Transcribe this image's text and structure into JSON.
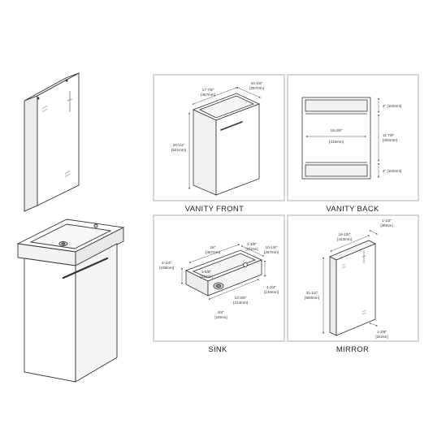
{
  "panels": {
    "front": {
      "caption": "VANITY FRONT",
      "dims": {
        "top_front": "17-7/8\"",
        "top_front_mm": "[457mm]",
        "top_depth": "10-1/8\"",
        "top_depth_mm": "[257mm]",
        "height": "20-1/2\"",
        "height_mm": "[521mm]"
      }
    },
    "back": {
      "caption": "VANITY BACK",
      "dims": {
        "upper": "4\" [102mm]",
        "middle": "11-7/8\"",
        "middle_mm": "[302mm]",
        "lower": "4\" [102mm]",
        "width": "16-3/8\"",
        "width_mm": "[415mm]"
      }
    },
    "sink": {
      "caption": "SINK",
      "dims": {
        "length": "18\"",
        "length_mm": "[457mm]",
        "hole": "1-3/8\"",
        "hole_mm": "[34mm]",
        "depth": "10-1/8\"",
        "depth_mm": "[257mm]",
        "side": "4-1/4\"",
        "side_mm": "[108mm]",
        "drain": "1-5/8\"",
        "drain_mm": "[41mm]",
        "height": "4-3/4\"",
        "height_mm": "[120mm]",
        "inner": "12-3/8\"",
        "inner_mm": "[314mm]",
        "rim": "3/4\"",
        "rim_mm": "[19mm]"
      }
    },
    "mirror": {
      "caption": "MIRROR",
      "dims": {
        "width": "16-1/8\"",
        "width_mm": "[413mm]",
        "depth": "1-1/2\"",
        "depth_mm": "[38mm]",
        "height": "31-1/2\"",
        "height_mm": "[800mm]",
        "bottom": "1-3/8\"",
        "bottom_mm": "[34mm]"
      }
    }
  }
}
